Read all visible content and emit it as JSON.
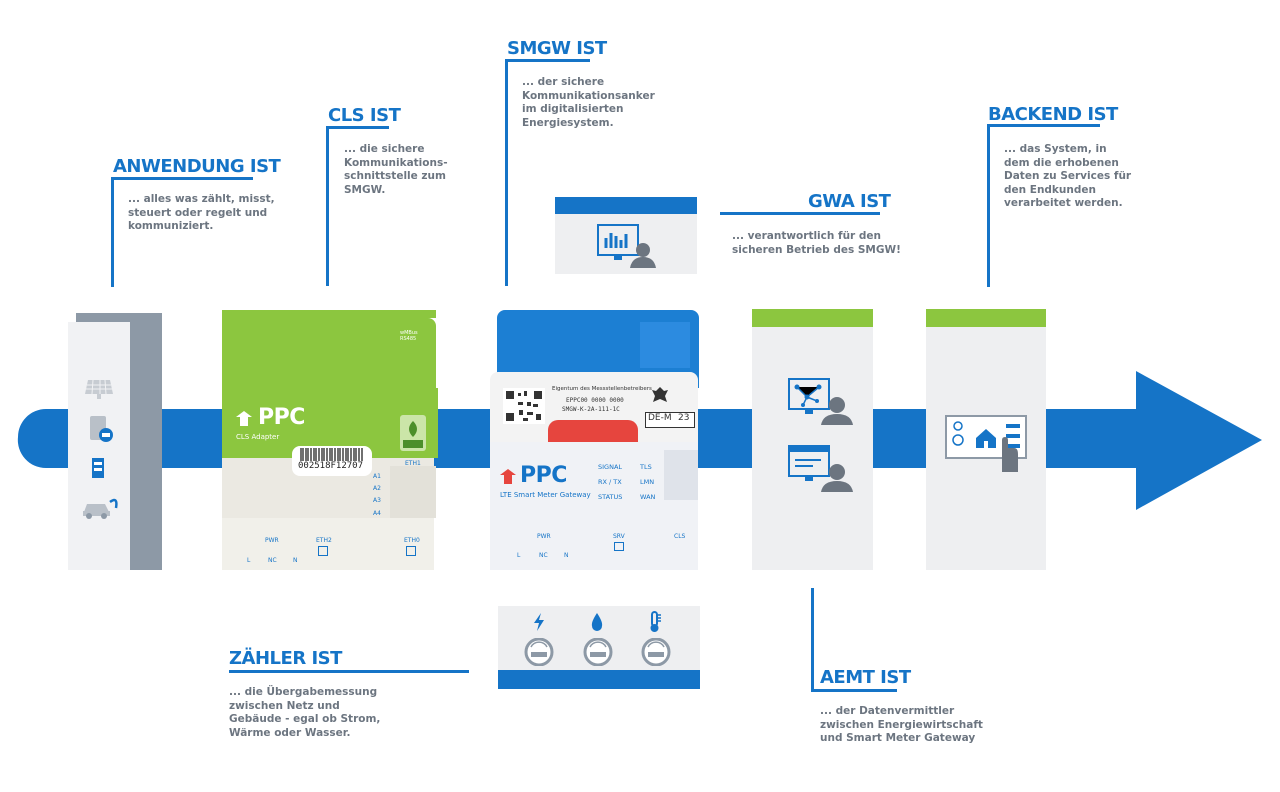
{
  "colors": {
    "blue": "#1574c7",
    "green": "#8cc63f",
    "grey_text": "#6c7580",
    "panel": "#eeeff1"
  },
  "sections": {
    "anwendung": {
      "title": "ANWENDUNG IST",
      "text": "... alles was zählt, misst,\nsteuert oder regelt und\nkommuniziert."
    },
    "cls": {
      "title": "CLS IST",
      "text": "... die sichere\nKommunikations-\nschnittstelle zum\nSMGW."
    },
    "smgw": {
      "title": "SMGW IST",
      "text": "... der sichere\nKommunikationsanker\nim digitalisierten\nEnergiesystem."
    },
    "gwa": {
      "title": "GWA IST",
      "text": "... verantwortlich für den\nsicheren Betrieb des SMGW!"
    },
    "backend": {
      "title": "BACKEND IST",
      "text": "... das System, in\ndem die erhobenen\nDaten zu Services für\nden Endkunden\nverarbeitet werden."
    },
    "zaehler": {
      "title": "ZÄHLER IST",
      "text": "... die Übergabemessung\nzwischen Netz und\nGebäude - egal ob Strom,\nWärme oder Wasser."
    },
    "aemt": {
      "title": "AEMT IST",
      "text": "... der Datenvermittler\nzwischen Energiewirtschaft\nund Smart Meter Gateway"
    }
  },
  "cls_device": {
    "brand": "PPC",
    "model": "CLS Adapter",
    "serial": "002518F12707",
    "ports": [
      "A1",
      "A2",
      "A3",
      "A4"
    ],
    "eth1": "ETH1",
    "eth2": "ETH2",
    "eth0": "ETH0",
    "pwr": "PWR",
    "pins": [
      "L",
      "NC",
      "N"
    ],
    "top_label": "wMBus RS485"
  },
  "smgw_device": {
    "brand": "PPC",
    "model": "LTE Smart Meter Gateway",
    "de_mark": "DE-M",
    "de_year": "23",
    "sticker_line1": "Eigentum des Messstellenbetreibers",
    "sticker_line2": "EPPC00 0000 0000",
    "sticker_line3": "SMGW-K-2A-111-1C",
    "led_left": [
      "SIGNAL",
      "RX / TX",
      "STATUS"
    ],
    "led_right": [
      "TLS",
      "LMN",
      "WAN"
    ],
    "pwr": "PWR",
    "pins": [
      "L",
      "NC",
      "N"
    ],
    "service": "SRV",
    "cls": "CLS"
  },
  "icons": [
    "solar-panel-icon",
    "wallbox-icon",
    "battery-icon",
    "ev-charging-icon",
    "dashboard-user-icon",
    "network-user-icon",
    "browser-user-icon",
    "smart-home-icon",
    "electricity-icon",
    "water-icon",
    "heat-icon",
    "meter-icon"
  ]
}
